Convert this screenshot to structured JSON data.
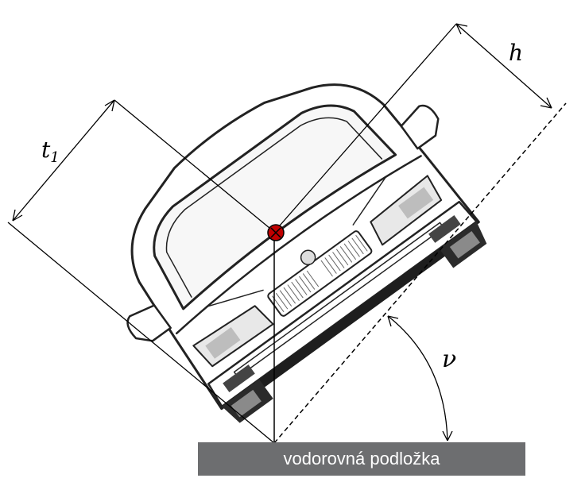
{
  "labels": {
    "t1_main": "t",
    "t1_sub": "1",
    "h": "h",
    "nu": "ν",
    "ground": "vodorovná podložka"
  },
  "colors": {
    "ground_bar": "#6d6e70",
    "center_marker": "#c00000"
  }
}
